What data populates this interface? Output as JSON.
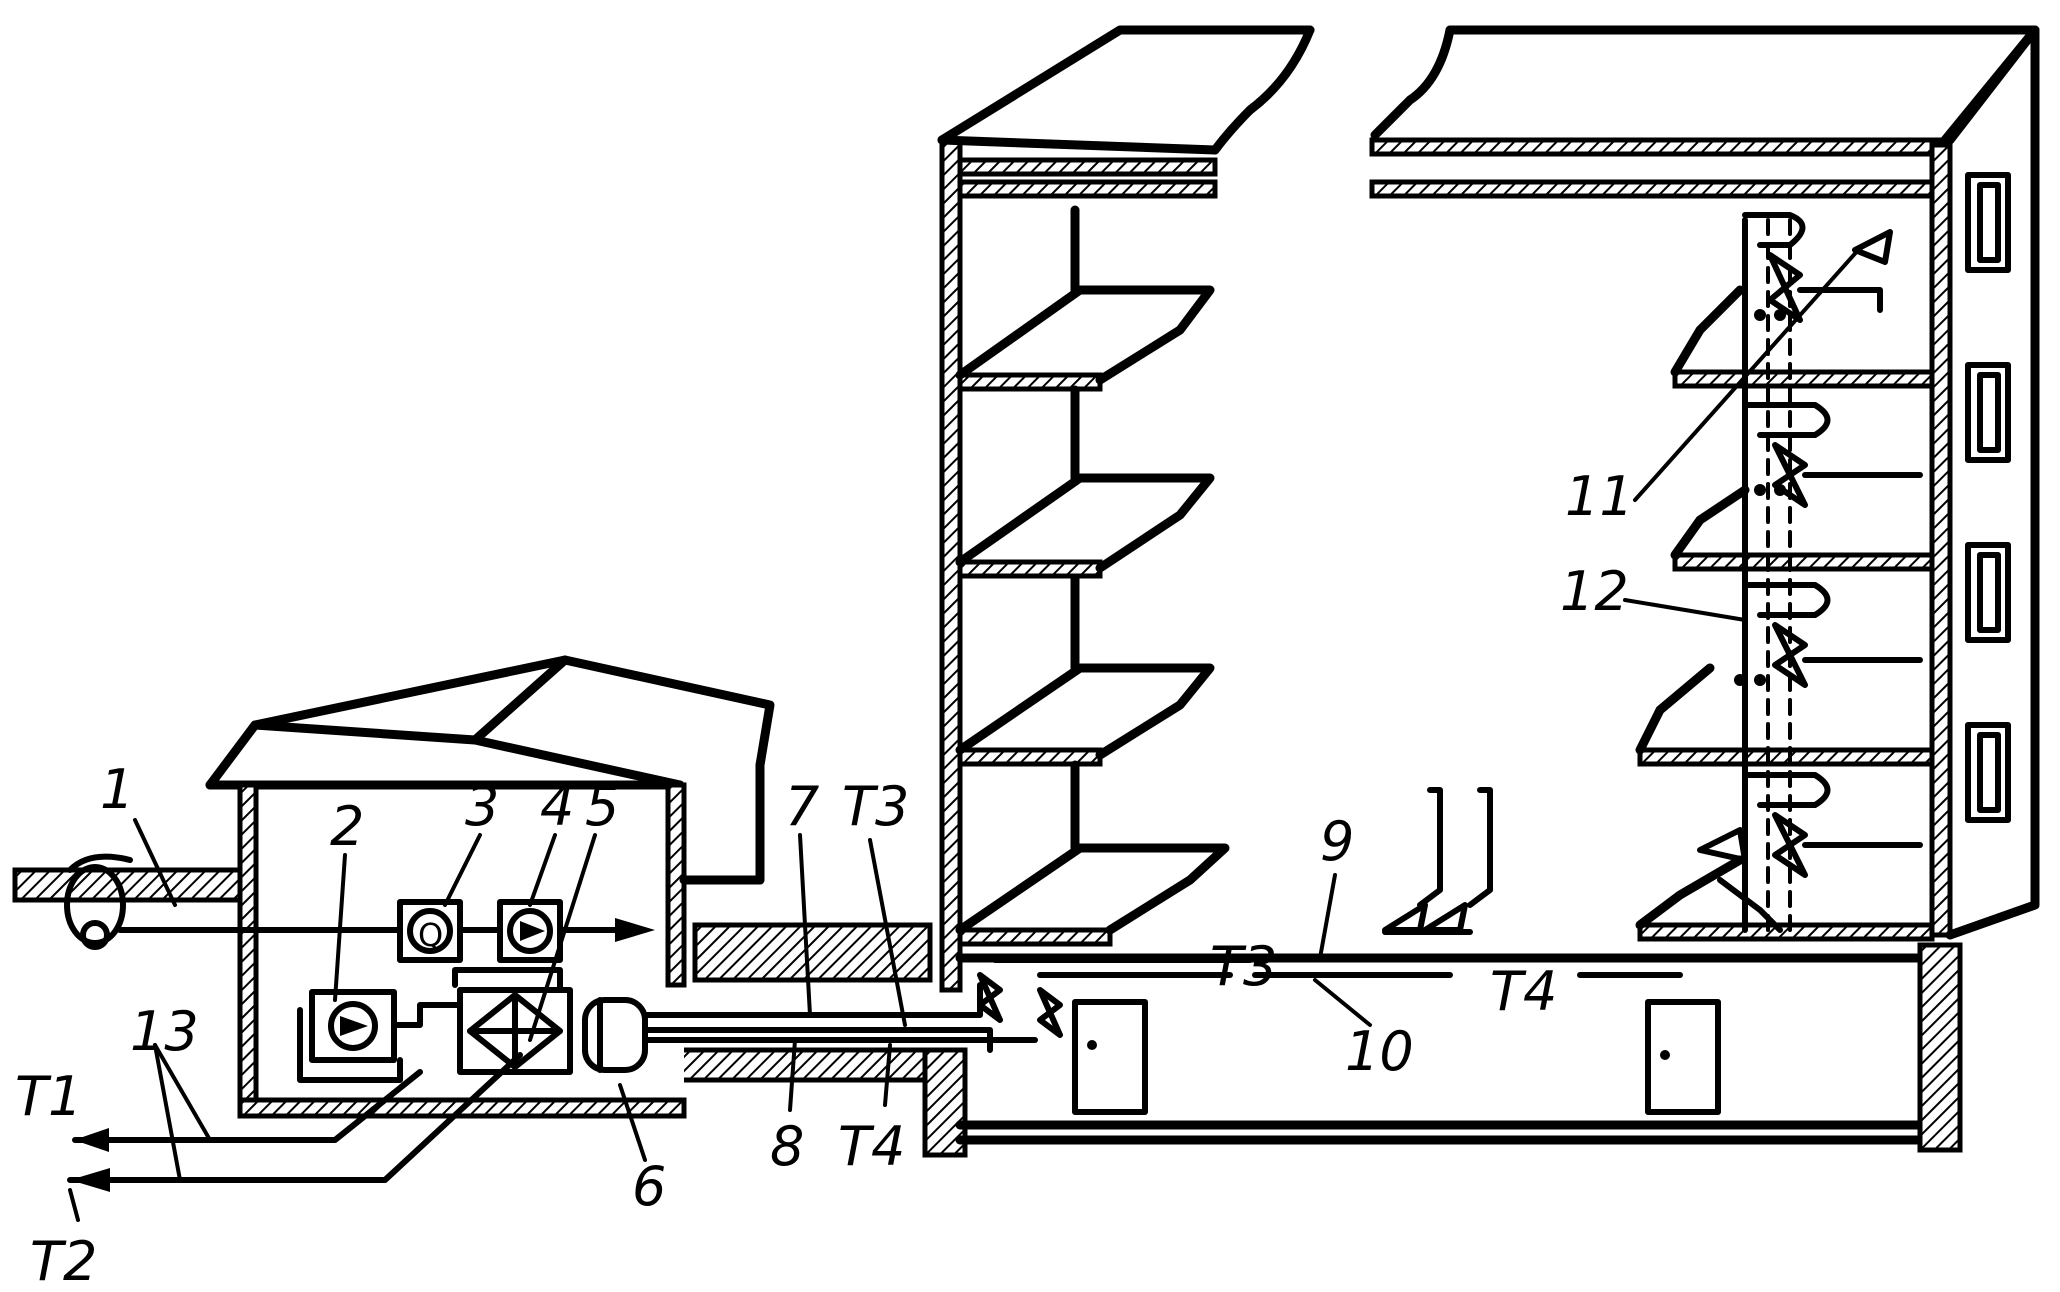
{
  "labels": {
    "n1": "1",
    "n2": "2",
    "n3": "3",
    "n4": "4",
    "n5": "5",
    "n6": "6",
    "n7": "7",
    "n8": "8",
    "n9": "9",
    "n10": "10",
    "n11": "11",
    "n12": "12",
    "n13": "13",
    "t1": "T1",
    "t2": "T2",
    "t3_a": "T3",
    "t3_b": "T3",
    "t4_a": "T4",
    "t4_b": "T4"
  },
  "instruments": {
    "meter_q": "Q",
    "pump_symbol": "pump"
  }
}
